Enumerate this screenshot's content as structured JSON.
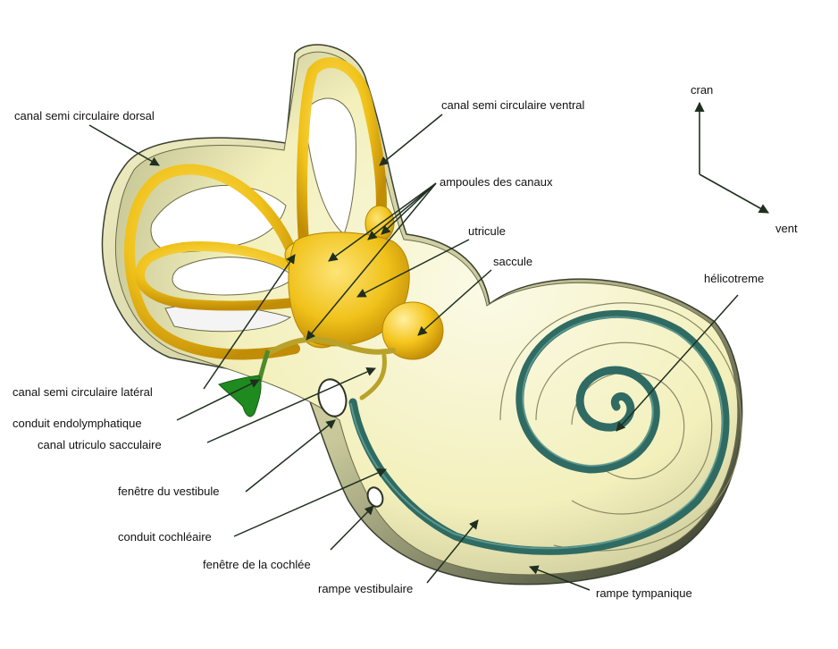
{
  "labels": {
    "dorsal": "canal semi circulaire dorsal",
    "ventral": "canal semi circulaire ventral",
    "ampoules": "ampoules des canaux",
    "utricule": "utricule",
    "saccule": "saccule",
    "helicotreme": "hélicotreme",
    "lateral": "canal semi circulaire latéral",
    "endolymph": "conduit endolymphatique",
    "utriculo": "canal utriculo sacculaire",
    "fen_vestibule": "fenêtre du vestibule",
    "cochlear_duct": "conduit cochléaire",
    "fen_cochlee": "fenêtre de la cochlée",
    "rampe_vest": "rampe vestibulaire",
    "rampe_tymp": "rampe tympanique"
  },
  "orientation": {
    "up": "cran",
    "right": "vent"
  },
  "colors": {
    "bony": "#f3f0bc",
    "bony_edge": "#2e3326",
    "membranous": "#f0c21a",
    "membranous_dark": "#c8950a",
    "cochlear_duct": "#2f6b63",
    "endolymphatic_sac": "#1f8a1f",
    "leader": "#1f2f1f"
  }
}
